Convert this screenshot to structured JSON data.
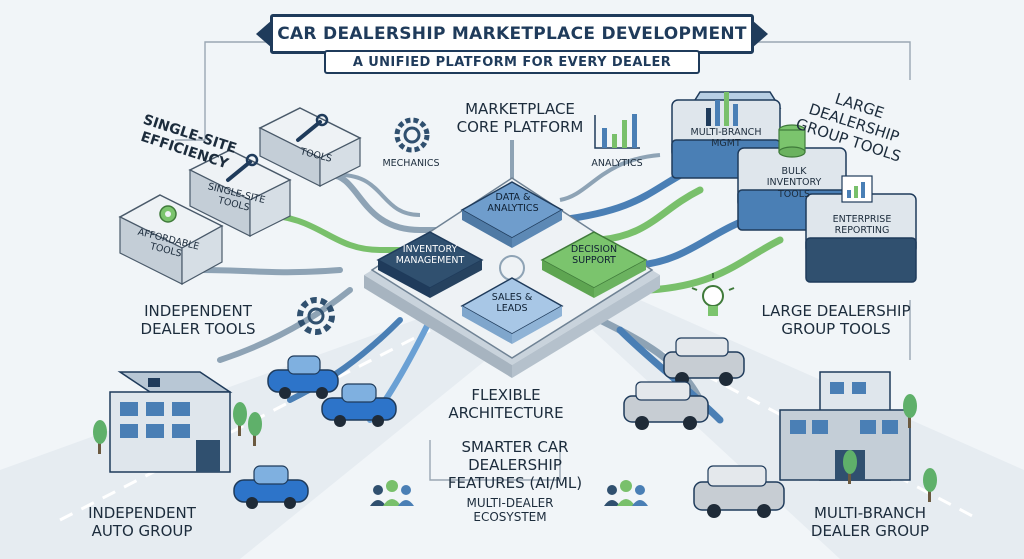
{
  "title": "CAR DEALERSHIP MARKETPLACE DEVELOPMENT",
  "subtitle": "A UNIFIED PLATFORM FOR EVERY DEALER",
  "core": {
    "title": "MARKETPLACE CORE PLATFORM",
    "modules": {
      "data_analytics": "DATA & ANALYTICS",
      "inventory_management": "INVENTORY MANAGEMENT",
      "decision_support": "DECISION SUPPORT",
      "sales_leads": "SALES & LEADS"
    }
  },
  "left": {
    "heading": "SINGLE-SITE EFFICIENCY",
    "boxes": {
      "tools": "TOOLS",
      "single_site_tools": "SINGLE-SITE TOOLS",
      "affordable_tools": "AFFORDABLE TOOLS"
    },
    "dealer_tools": "INDEPENDENT DEALER TOOLS",
    "auto_group": "INDEPENDENT AUTO GROUP"
  },
  "top": {
    "mechanics": "MECHANICS",
    "analytics": "ANALYTICS"
  },
  "right": {
    "heading": "LARGE DEALERSHIP GROUP TOOLS",
    "boxes": {
      "multi_branch_mgmt": "MULTI-BRANCH MGMT",
      "bulk_inventory_tools": "BULK INVENTORY TOOLS",
      "enterprise_reporting": "ENTERPRISE REPORTING"
    },
    "group_tools": "LARGE DEALERSHIP GROUP TOOLS",
    "dealer_group": "MULTI-BRANCH DEALER GROUP"
  },
  "center": {
    "flexible": "FLEXIBLE ARCHITECTURE",
    "smarter": "SMARTER CAR DEALERSHIP FEATURES (AI/ML)",
    "ecosystem": "MULTI-DEALER ECOSYSTEM"
  },
  "colors": {
    "navy": "#1f3b5b",
    "module_dark": "#30506f",
    "module_blue": "#6f9dcc",
    "module_green": "#7bc46d",
    "box_gray": "#dfe6ec",
    "pipe_blue": "#4a7fb5",
    "pipe_green": "#79c06b",
    "road": "#e3e9ee",
    "tree": "#5fb06a",
    "car_blue": "#2d74c9",
    "car_gray": "#c7cdd3"
  }
}
